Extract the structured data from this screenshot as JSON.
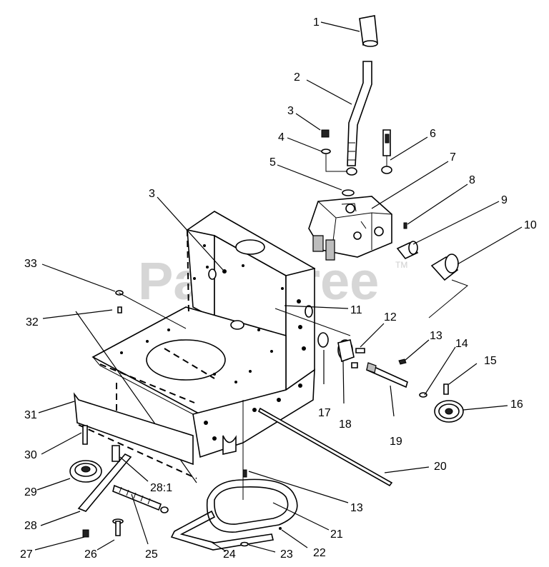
{
  "watermark": {
    "text": "PartsTree",
    "tm": "TM"
  },
  "callouts": [
    "1",
    "2",
    "3",
    "4",
    "5",
    "6",
    "7",
    "8",
    "9",
    "10",
    "3",
    "33",
    "11",
    "12",
    "13",
    "14",
    "15",
    "16",
    "17",
    "18",
    "19",
    "32",
    "31",
    "30",
    "20",
    "29",
    "28:1",
    "13",
    "21",
    "28",
    "24",
    "23",
    "22",
    "27",
    "26",
    "25"
  ]
}
